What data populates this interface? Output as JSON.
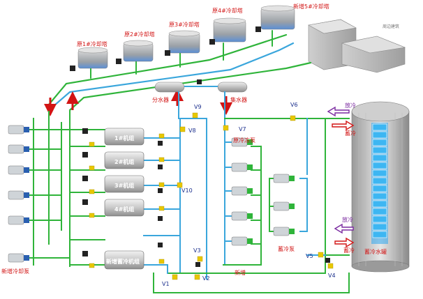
{
  "towers": {
    "t1": "原1#冷却塔",
    "t2": "原2#冷却塔",
    "t3": "原3#冷却塔",
    "t4": "原4#冷却塔",
    "t5": "新增5#冷却塔"
  },
  "building_label": "周边建筑",
  "headers": {
    "supply": "分水器",
    "return": "集水器"
  },
  "chillers": {
    "c1": "1#机组",
    "c2": "2#机组",
    "c3": "3#机组",
    "c4": "4#机组",
    "c5": "新增蓄冷机组"
  },
  "pumps": {
    "cooling_new": "新增冷却泵",
    "chilled": "原冷冻泵",
    "chilled_new": "新增",
    "storage": "蓄冷泵"
  },
  "tank": {
    "label": "蓄冷水罐",
    "discharge_top": "放冷",
    "charge_top": "蓄冷",
    "discharge_bottom": "放冷",
    "charge_bottom": "蓄冷"
  },
  "valves": {
    "v1": "V1",
    "v2": "V2",
    "v3": "V3",
    "v4": "V4",
    "v5": "V5",
    "v6": "V6",
    "v7": "V7",
    "v8": "V8",
    "v9": "V9",
    "v10": "V10"
  },
  "colors": {
    "green_pipe": "#2fb43a",
    "blue_pipe": "#3aa6dc",
    "red_arrow": "#d21414",
    "purple_arrow": "#7a2aa0",
    "tank_glow": "#3db6f2"
  }
}
